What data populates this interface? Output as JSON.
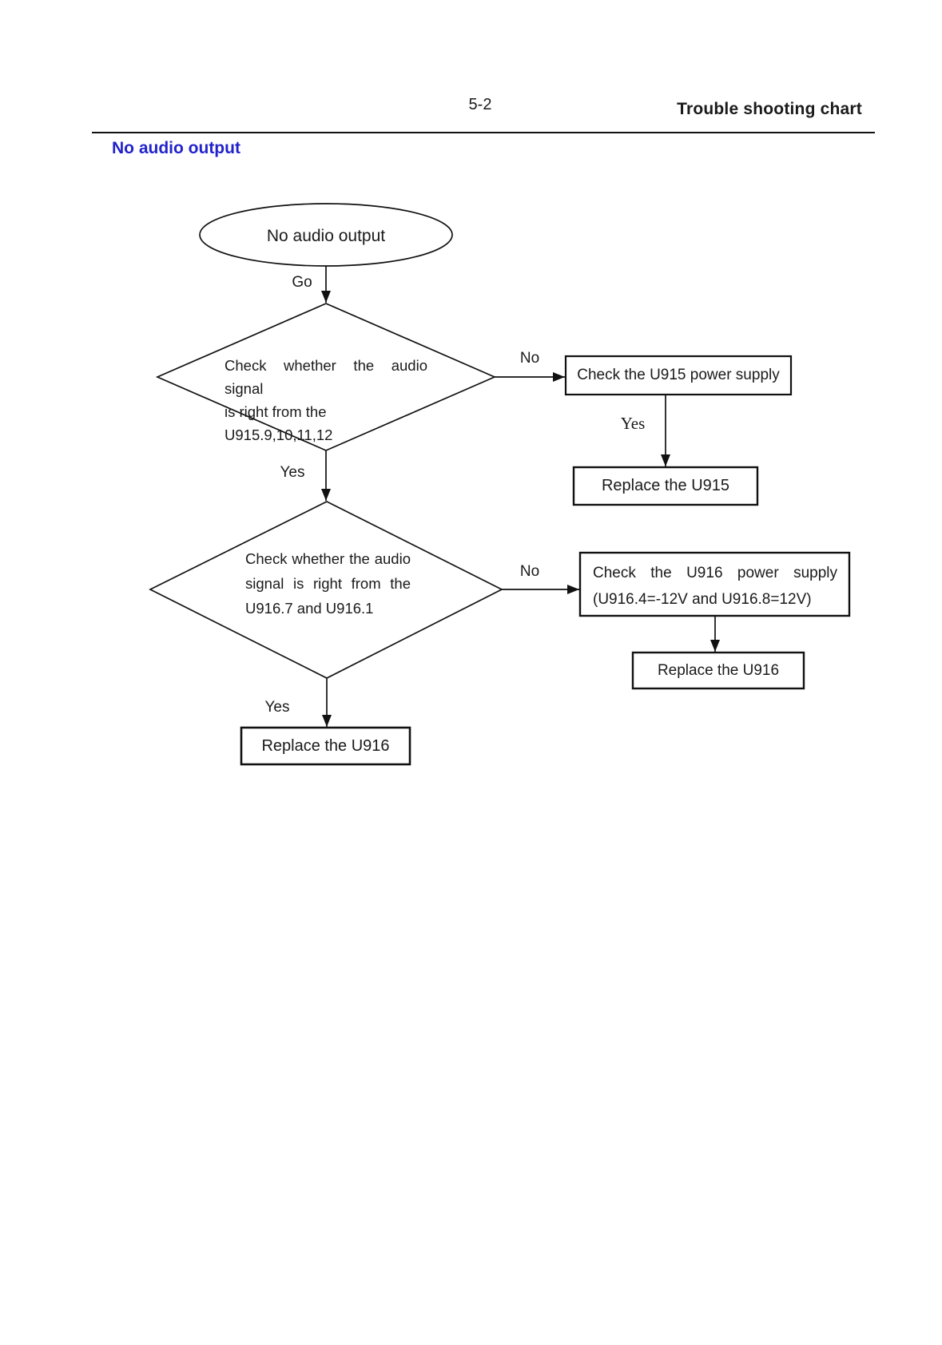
{
  "header": {
    "page_number": "5-2",
    "title": "Trouble shooting chart"
  },
  "section_title": "No audio output",
  "accent_color": "#2222cc",
  "flowchart": {
    "start": "No audio output",
    "go_label": "Go",
    "decision1": {
      "line1": "Check whether the audio signal",
      "line2": "is right from the U915.9,10,11,12",
      "no_label": "No",
      "yes_label": "Yes"
    },
    "u915_power_box": {
      "text": "Check the U915 power supply",
      "yes_label": "Yes"
    },
    "replace_u915_box": "Replace the U915",
    "decision2": {
      "line1": "Check whether the audio",
      "line2": "signal is right from the",
      "line3": "U916.7 and U916.1",
      "no_label": "No",
      "yes_label": "Yes"
    },
    "u916_power_box": {
      "line1": "Check the U916 power supply",
      "line2": "(U916.4=-12V and U916.8=12V)"
    },
    "replace_u916_right_box": "Replace the U916",
    "replace_u916_bottom_box": "Replace the U916"
  }
}
